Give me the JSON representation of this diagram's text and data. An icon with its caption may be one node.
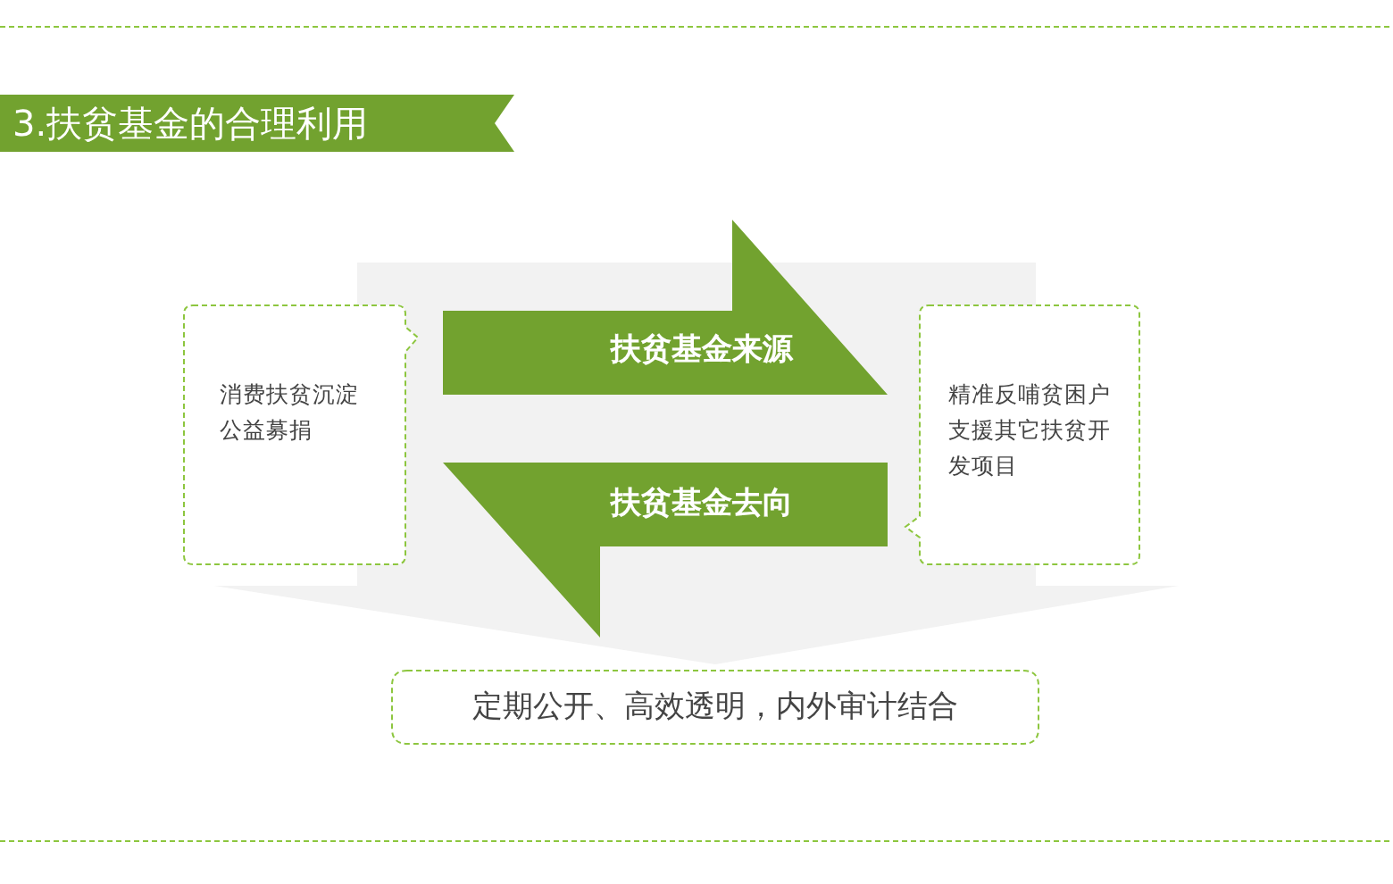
{
  "diagram": {
    "title": "3.扶贫基金的合理利用",
    "nodes": [
      {
        "text": [
          "消费扶贫沉淀公益募捐"
        ]
      },
      {
        "text": [
          "扶贫基金来源"
        ]
      },
      {
        "text": [
          "扶贫基金去向"
        ]
      },
      {
        "text": [
          "精准反哺贫困户支援其它扶贫开发项目"
        ]
      },
      {
        "text": [
          "定期公开、高效透明，内外审计结合"
        ]
      }
    ],
    "edges": [
      {
        "from": null,
        "to": 4,
        "arrow": "to",
        "style": "thick",
        "color": "#f2f2f2"
      }
    ]
  }
}
